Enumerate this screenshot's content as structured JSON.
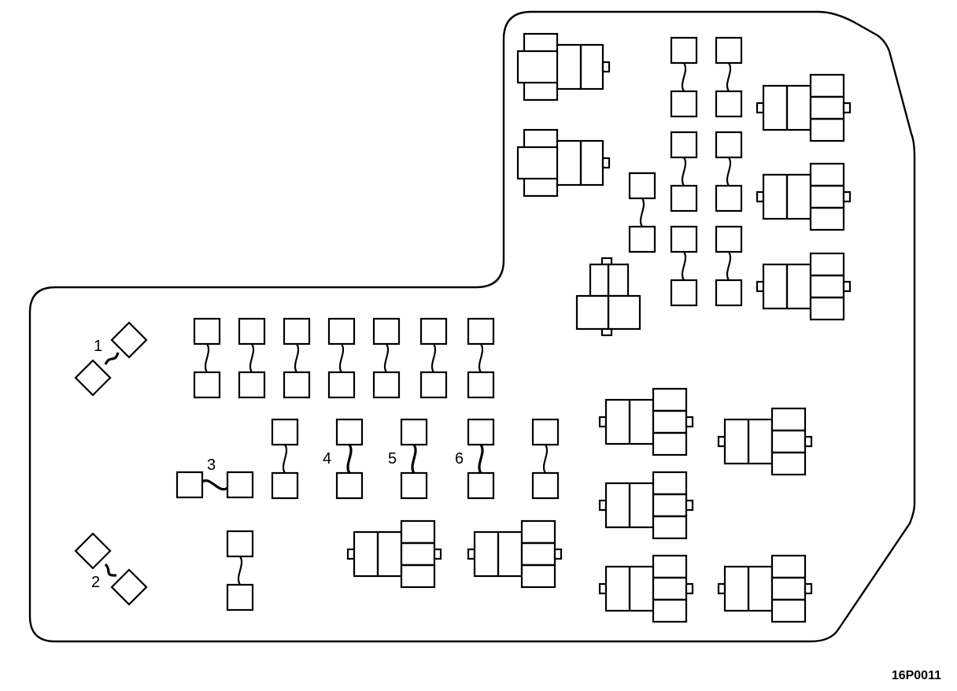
{
  "figure_code": "16P0011",
  "callouts": [
    "1",
    "2",
    "3",
    "4",
    "5",
    "6"
  ],
  "colors": {
    "line": "#000000",
    "background": "#ffffff"
  }
}
